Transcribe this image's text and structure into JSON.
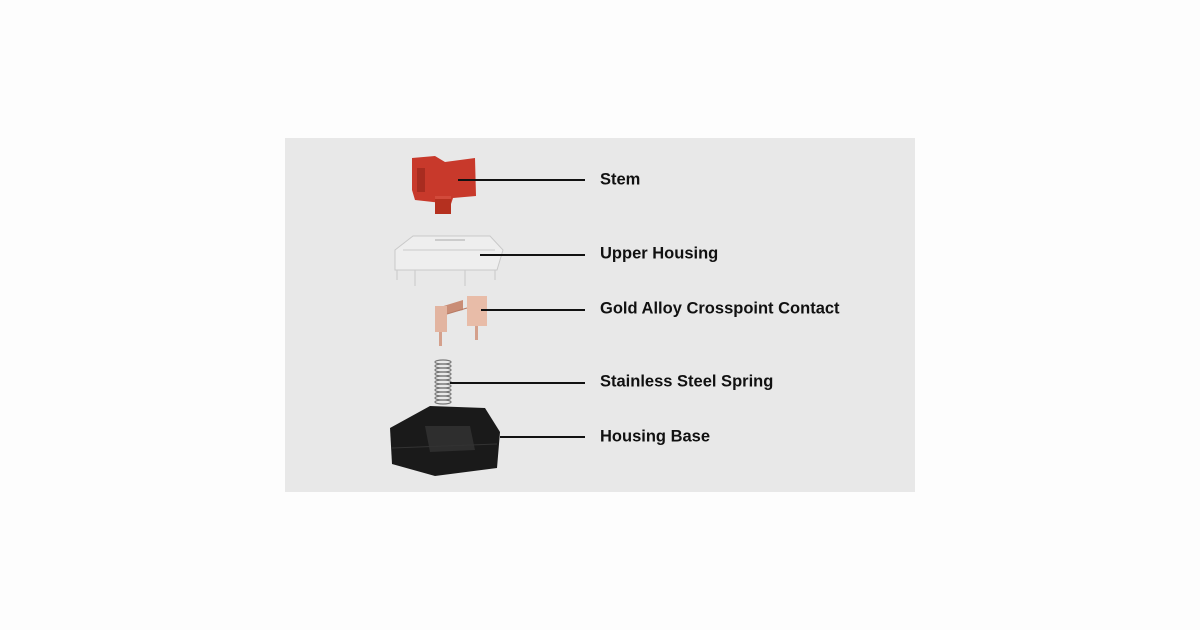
{
  "diagram": {
    "parts": [
      {
        "label": "Stem",
        "icon": "stem-icon",
        "color": "#c8392b"
      },
      {
        "label": "Upper Housing",
        "icon": "upper-housing-icon",
        "color": "#f4f4f4"
      },
      {
        "label": "Gold Alloy Crosspoint Contact",
        "icon": "contact-icon",
        "color": "#d9a48c"
      },
      {
        "label": "Stainless Steel Spring",
        "icon": "spring-icon",
        "color": "#888888"
      },
      {
        "label": "Housing Base",
        "icon": "housing-base-icon",
        "color": "#151515"
      }
    ]
  }
}
